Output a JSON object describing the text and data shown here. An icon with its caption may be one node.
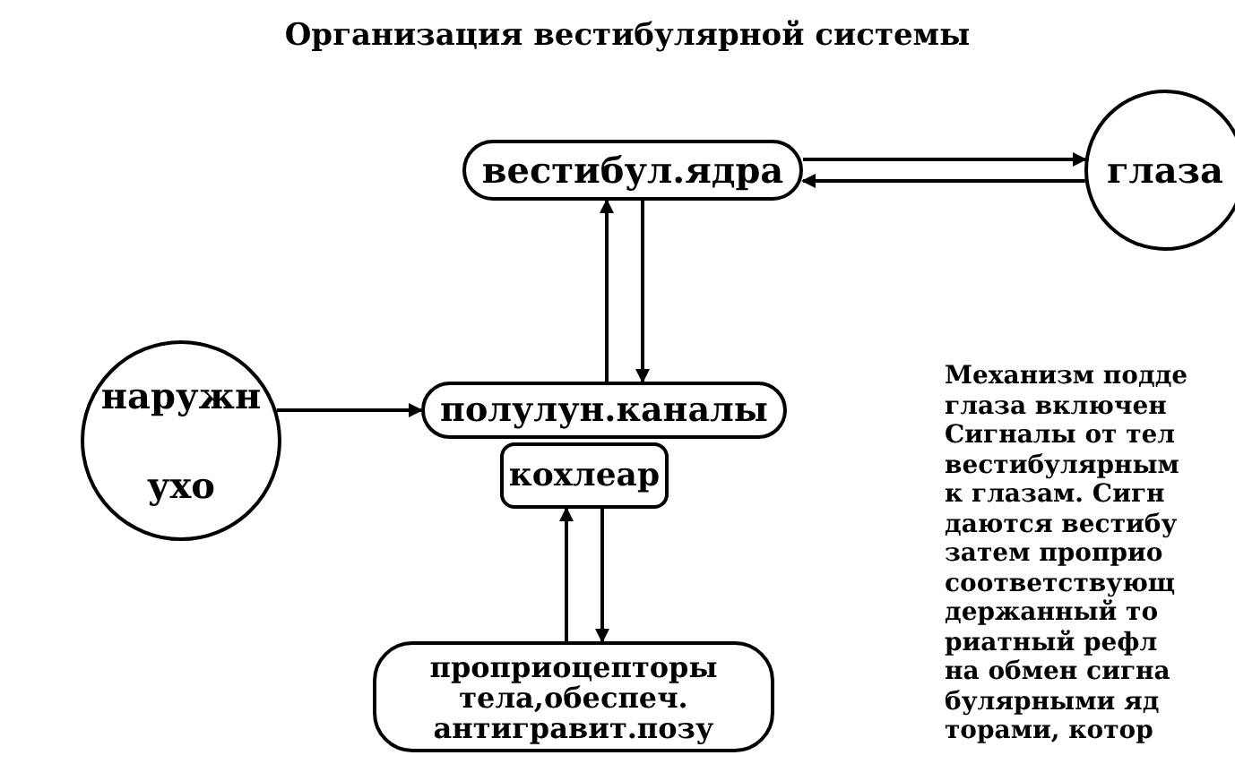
{
  "diagram": {
    "title": "Организация вестибулярной системы",
    "nodes": [
      {
        "text": [
          "вестибул.ядра"
        ]
      },
      {
        "text": [
          "глаза"
        ]
      },
      {
        "text": [
          "наружн",
          "ухо"
        ]
      },
      {
        "text": [
          "полулун.каналы"
        ]
      },
      {
        "text": [
          "кохлеар"
        ]
      },
      {
        "text": [
          "проприоцепторы тела,обеспеч. антигравит.позу"
        ]
      }
    ],
    "edges": [
      {
        "from": 0,
        "to": 1,
        "arrow": "to"
      },
      {
        "from": 1,
        "to": 0,
        "arrow": "to"
      },
      {
        "from": 3,
        "to": 0,
        "arrow": "to"
      },
      {
        "from": 0,
        "to": 3,
        "arrow": "to"
      },
      {
        "from": 2,
        "to": 3,
        "arrow": "to"
      },
      {
        "from": 5,
        "to": 4,
        "arrow": "to"
      },
      {
        "from": 4,
        "to": 5,
        "arrow": "to"
      }
    ],
    "labels": [
      "Механизм подде",
      "глаза включен",
      "Сигналы от тел",
      "вестибулярным",
      "к глазам. Сигн",
      "даются вестибу",
      "затем проприо",
      "соответствующ",
      "держанный то",
      "риатный рефл",
      "на обмен сигна",
      "булярными яд",
      "торами, котор"
    ]
  }
}
